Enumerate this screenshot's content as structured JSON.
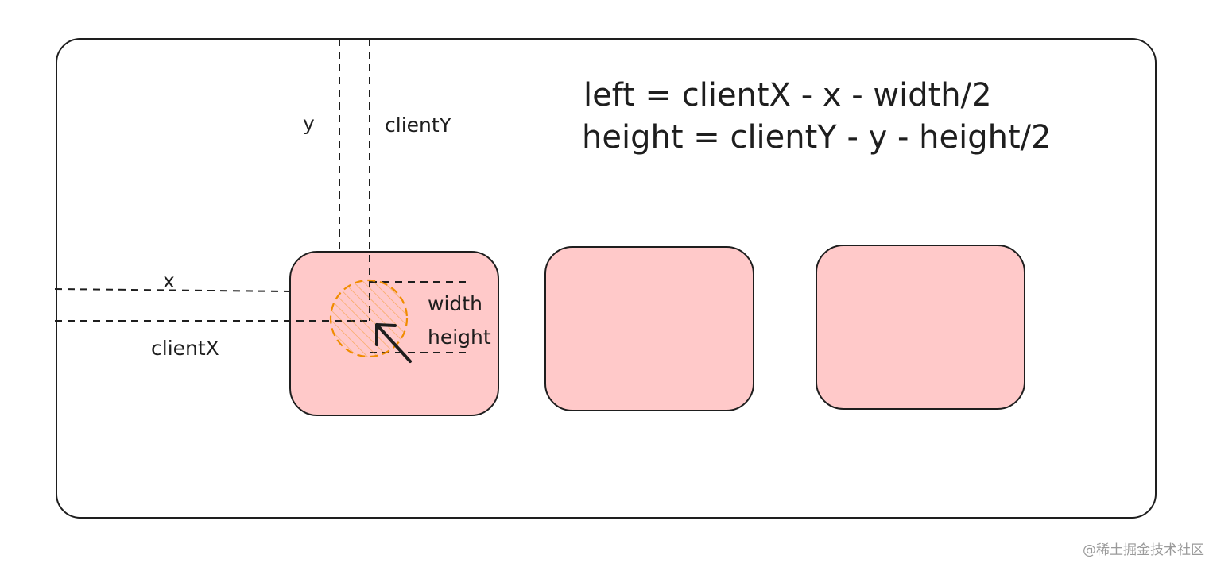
{
  "formula": {
    "line1": "left = clientX - x - width/2",
    "line2": "height = clientY - y - height/2"
  },
  "labels": {
    "y": "y",
    "clientY": "clientY",
    "x": "x",
    "clientX": "clientX",
    "width": "width",
    "height": "height"
  },
  "watermark": "@稀土掘金技术社区",
  "colors": {
    "stroke": "#1e1e1e",
    "card_fill": "#ffc9c9",
    "circle_stroke": "#f08c00",
    "background": "#ffffff"
  },
  "icons": {
    "pointer": "cursor-arrow-icon"
  }
}
